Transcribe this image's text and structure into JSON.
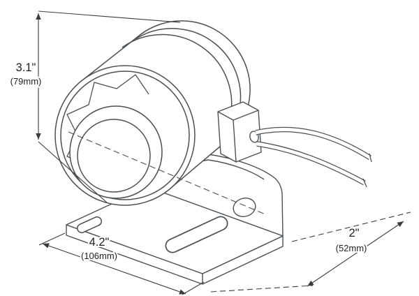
{
  "diagram": {
    "type": "isometric-technical-line-drawing",
    "subject": "round back-up alarm speaker on L-shaped mounting bracket with two wire leads",
    "colors": {
      "line": "#4b5054",
      "dimension_line": "#3c3c3c",
      "text": "#1f1f1f",
      "background": "#ffffff"
    },
    "dimensions": {
      "height": {
        "value": "3.1\"",
        "metric": "(79mm)"
      },
      "width": {
        "value": "4.2\"",
        "metric": "(106mm)"
      },
      "depth": {
        "value": "2\"",
        "metric": "(52mm)"
      }
    }
  }
}
